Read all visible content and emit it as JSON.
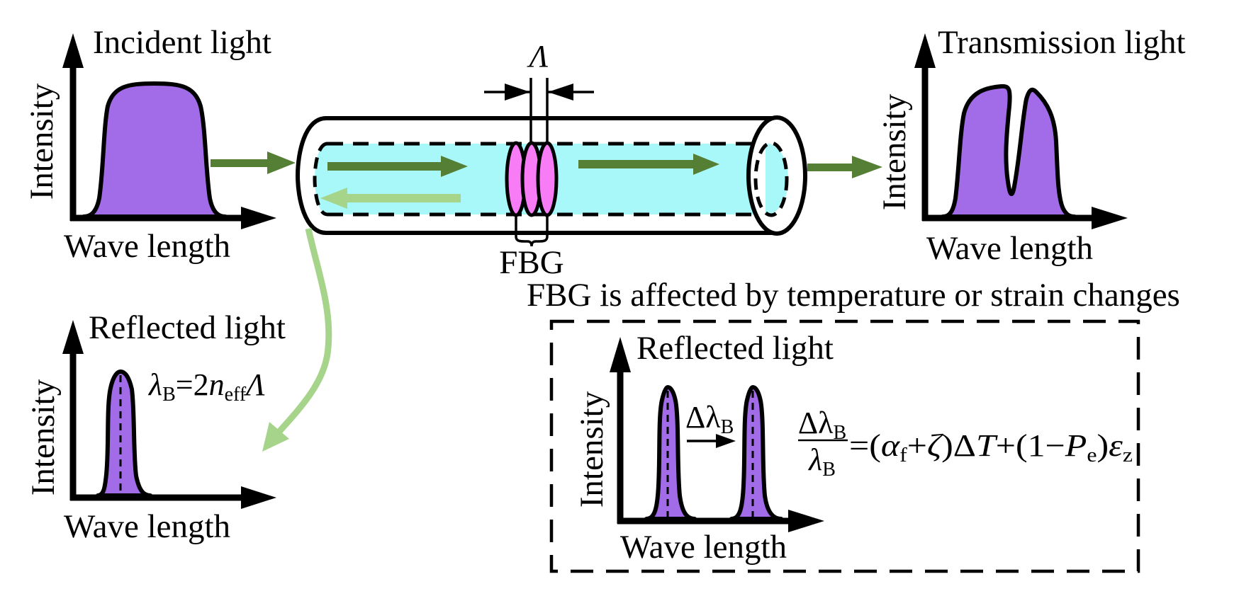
{
  "figure": {
    "title": "Fiber Bragg Grating (FBG) sensing principle"
  },
  "colors": {
    "spectrum_fill": "#a26be8",
    "core_fill": "#a8f8fa",
    "grating_fill": "#f97cf7",
    "forward_arrow": "#557f35",
    "reflected_arrow": "#a6d48a",
    "outline": "#000000"
  },
  "incident_panel": {
    "title": "Incident light",
    "y_axis_label": "Intensity",
    "x_axis_label": "Wave length",
    "spectrum_shape": "broadband"
  },
  "transmission_panel": {
    "title": "Transmission light",
    "y_axis_label": "Intensity",
    "x_axis_label": "Wave length",
    "spectrum_shape": "broadband-with-notch"
  },
  "reflected_panel": {
    "title": "Reflected light",
    "y_axis_label": "Intensity",
    "x_axis_label": "Wave length",
    "formula": {
      "lhs": "λ",
      "lhs_sub": "B",
      "eq": "=2",
      "n": "n",
      "n_sub": "eff",
      "period": "Λ"
    }
  },
  "fiber": {
    "grating_period_label": "Λ",
    "grating_label": "FBG",
    "grating_count": 3
  },
  "shift_box": {
    "caption": "FBG is affected by temperature or strain changes",
    "title": "Reflected light",
    "y_axis_label": "Intensity",
    "x_axis_label": "Wave length",
    "shift_label": {
      "delta": "Δλ",
      "sub": "B"
    },
    "equation": {
      "num": "Δλ",
      "num_sub": "B",
      "den": "λ",
      "den_sub": "B",
      "p1": "=(",
      "alpha": "α",
      "alpha_sub": "f",
      "p2": "+",
      "zeta": "ζ",
      "p3": ")Δ",
      "T": "T",
      "p4": "+(1−",
      "P": "P",
      "P_sub": "e",
      "p5": ")",
      "eps": "ε",
      "eps_sub": "z"
    }
  }
}
